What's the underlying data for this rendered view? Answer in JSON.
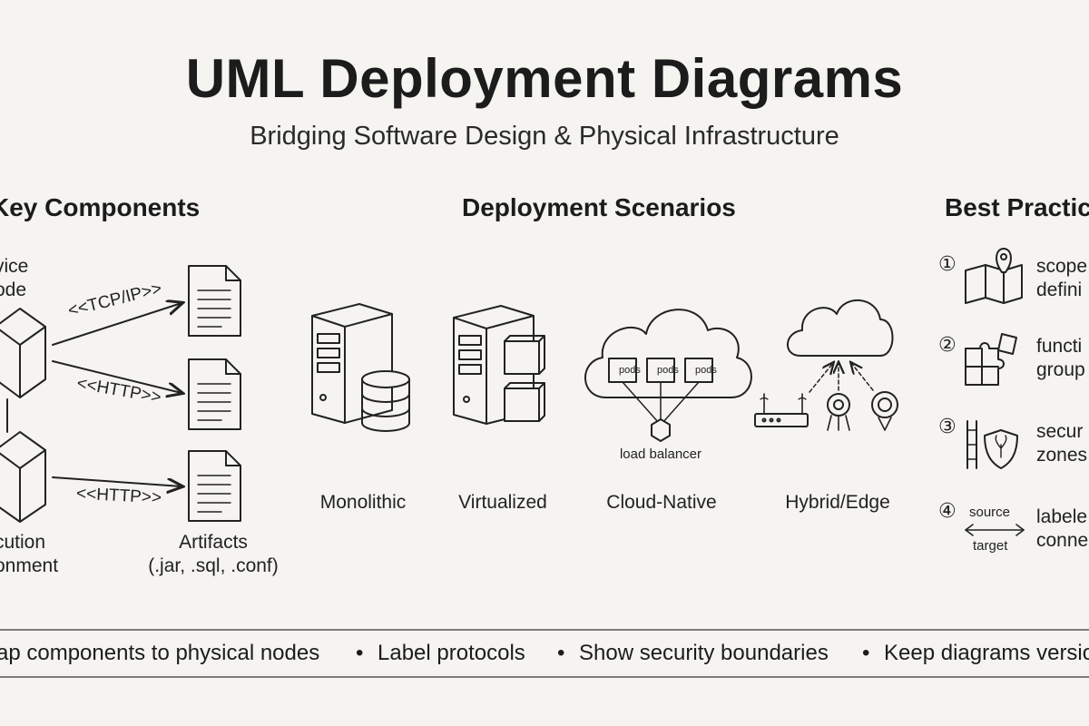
{
  "title": "UML Deployment Diagrams",
  "subtitle": "Bridging Software Design & Physical Infrastructure",
  "sections": {
    "key_components": {
      "heading": "Key Components",
      "device_node_label": [
        "vice",
        "ode"
      ],
      "execution_env_label": [
        "cution",
        "onment"
      ],
      "artifacts_label": [
        "Artifacts",
        "(.jar, .sql, .conf)"
      ],
      "connectors": [
        "<<TCP/IP>>",
        "<<HTTP>>",
        "<<HTTP>>"
      ]
    },
    "deployment_scenarios": {
      "heading": "Deployment Scenarios",
      "items": [
        {
          "label": "Monolithic",
          "icon": "server-database-icon"
        },
        {
          "label": "Virtualized",
          "icon": "server-vms-icon"
        },
        {
          "label": "Cloud-Native",
          "icon": "cloud-pods-icon"
        },
        {
          "label": "Hybrid/Edge",
          "icon": "cloud-edge-devices-icon"
        }
      ],
      "pods": [
        "pods",
        "pods",
        "pods"
      ],
      "load_balancer": "load balancer"
    },
    "best_practices": {
      "heading": "Best Practic",
      "items": [
        {
          "num": "①",
          "lines": [
            "scope",
            "defini"
          ],
          "icon": "map-pin-icon"
        },
        {
          "num": "②",
          "lines": [
            "functi",
            "group"
          ],
          "icon": "puzzle-icon"
        },
        {
          "num": "③",
          "lines": [
            "secur",
            "zones"
          ],
          "icon": "shield-icon"
        },
        {
          "num": "④",
          "lines": [
            "labele",
            "conne"
          ],
          "icon": "bidirectional-arrow-icon"
        }
      ],
      "connector_labels": [
        "source",
        "target"
      ]
    }
  },
  "footer_bullets": [
    "ap components to physical nodes",
    "Label protocols",
    "Show security boundaries",
    "Keep diagrams versio"
  ],
  "bullet_char": "•"
}
